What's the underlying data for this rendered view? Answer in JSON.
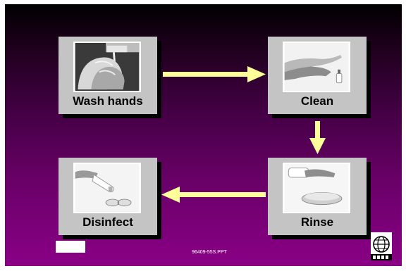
{
  "steps": [
    {
      "label": "Wash hands"
    },
    {
      "label": "Clean"
    },
    {
      "label": "Rinse"
    },
    {
      "label": "Disinfect"
    }
  ],
  "footer": {
    "code": "96409-55S.PPT"
  },
  "colors": {
    "arrow": "#ffff99",
    "card": "#c4c4c4",
    "background_top": "#000000",
    "background_bottom": "#8a0086"
  },
  "icons": {
    "logo": "globe-logo-icon"
  }
}
